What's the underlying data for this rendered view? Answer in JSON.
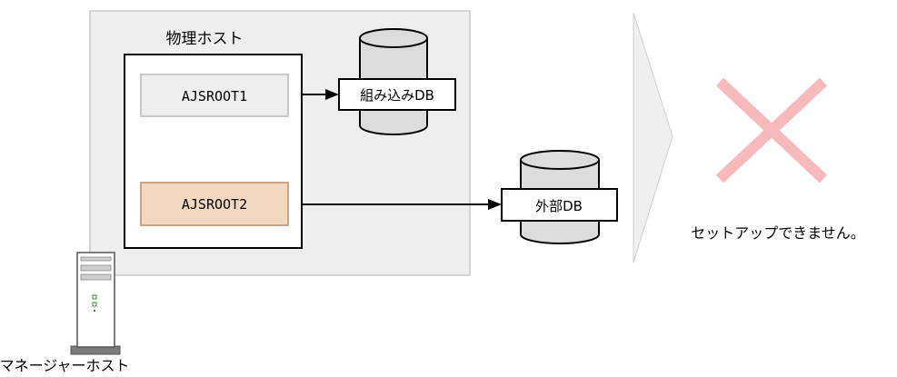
{
  "physical_host_label": "物理ホスト",
  "instances": [
    {
      "label": "AJSROOT1"
    },
    {
      "label": "AJSROOT2"
    }
  ],
  "databases": [
    {
      "label": "組み込みDB"
    },
    {
      "label": "外部DB"
    }
  ],
  "manager_host_label": "マネージャーホスト",
  "result_message": "セットアップできません。",
  "result_icon": "cross-icon",
  "colors": {
    "panel_bg": "#eeeeee",
    "panel_border": "#c8c8c8",
    "instance1_fill": "#eeeeee",
    "instance2_fill": "#f2d7c1",
    "cylinder_fill": "#dcdcdc",
    "cross": "#f7b9bc",
    "arrow_shape": "#efefef"
  }
}
